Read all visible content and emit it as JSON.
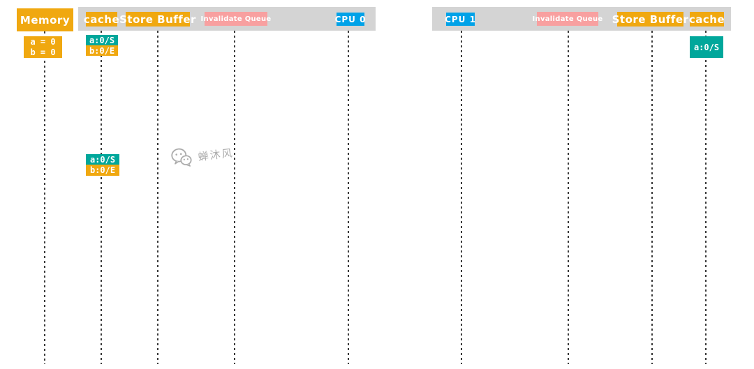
{
  "colors": {
    "orange": "#F0A810",
    "teal": "#00A79B",
    "pink": "#F8A0A0",
    "blue": "#00A2E8",
    "bargray": "#D4D4D4",
    "lane": "#3a3a3a",
    "watermark": "#ABABAB"
  },
  "left_panel": {
    "memory": {
      "label": "Memory",
      "values": [
        "a = 0",
        "b = 0"
      ]
    },
    "header": {
      "cache": "cache",
      "store_buffer": "Store Buffer",
      "invalidate_queue": "Invalidate Queue",
      "cpu": "CPU 0"
    },
    "cache_states_initial": [
      {
        "label": "a:0/S"
      },
      {
        "label": "b:0/E"
      }
    ],
    "cache_states_t1": [
      {
        "label": "a:0/S"
      },
      {
        "label": "b:0/E"
      }
    ]
  },
  "right_panel": {
    "header": {
      "cpu": "CPU 1",
      "invalidate_queue": "Invalidate Queue",
      "store_buffer": "Store Buffer",
      "cache": "cache"
    },
    "cache_states_initial": [
      {
        "label": "a:0/S"
      }
    ]
  },
  "watermark": {
    "text": "蝉沐风",
    "icon": "wechat-icon"
  }
}
